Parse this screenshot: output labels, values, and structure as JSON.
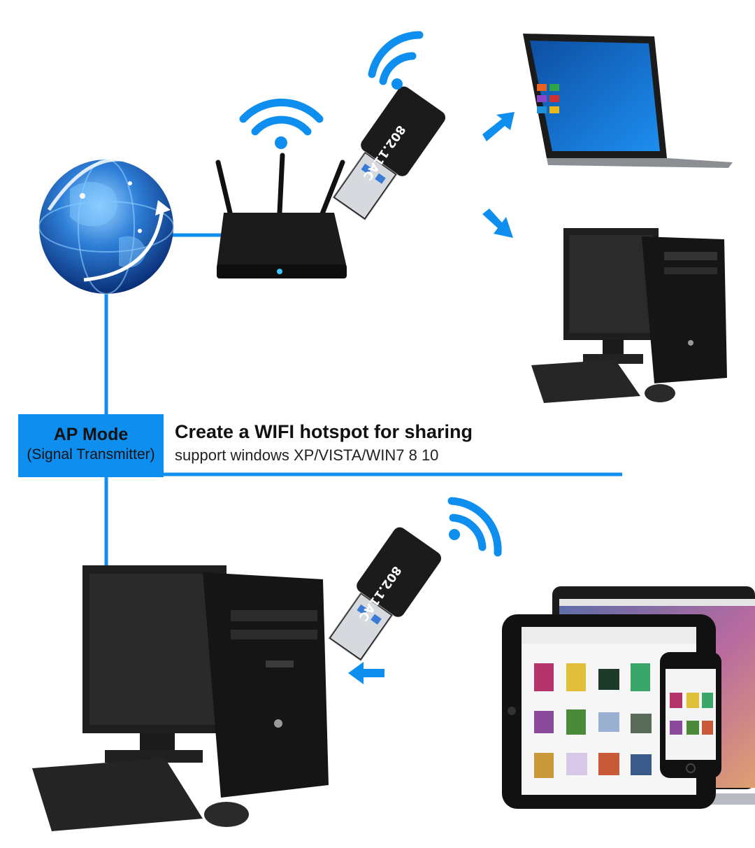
{
  "mode": {
    "title": "AP Mode",
    "subtitle": "(Signal Transmitter)"
  },
  "caption": {
    "title": "Create a WIFI hotspot for sharing",
    "subtitle": "support windows XP/VISTA/WIN7 8 10"
  },
  "dongle": {
    "label": "802.11AC"
  },
  "colors": {
    "accent": "#0e8ff0",
    "device": "#1b1b1b",
    "connector": "#c9cdd2"
  },
  "icons": [
    "globe-icon",
    "router-icon",
    "wifi-signal-icon",
    "usb-dongle-icon",
    "laptop-icon",
    "desktop-pc-icon",
    "tablet-icon",
    "phone-icon",
    "arrow-icon"
  ]
}
